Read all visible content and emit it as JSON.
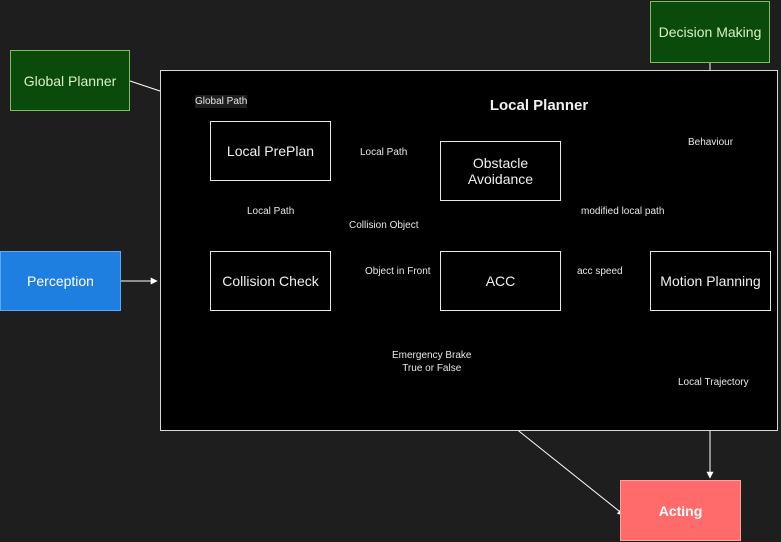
{
  "diagram": {
    "container_title": "Local Planner",
    "nodes": {
      "global_planner": "Global Planner",
      "decision_making": "Decision Making",
      "perception": "Perception",
      "local_preplan": "Local PrePlan",
      "collision_check": "Collision Check",
      "obstacle_avoidance": "Obstacle Avoidance",
      "acc": "ACC",
      "motion_planning": "Motion Planning",
      "acting": "Acting"
    },
    "edges": {
      "global_path": "Global Path",
      "local_path_1": "Local Path",
      "local_path_2": "Local Path",
      "collision_object": "Collision Object",
      "object_in_front": "Object in Front",
      "emergency_brake_line1": "Emergency Brake",
      "emergency_brake_line2": "True or False",
      "behaviour": "Behaviour",
      "modified_local_path": "modified local path",
      "acc_speed": "acc speed",
      "local_trajectory": "Local Trajectory"
    },
    "colors": {
      "background": "#1e1e1e",
      "container": "#000000",
      "green_node": "#0a4a0a",
      "blue_node": "#1f7fe0",
      "red_node": "#ff6b6b",
      "edge": "#ffffff"
    }
  }
}
